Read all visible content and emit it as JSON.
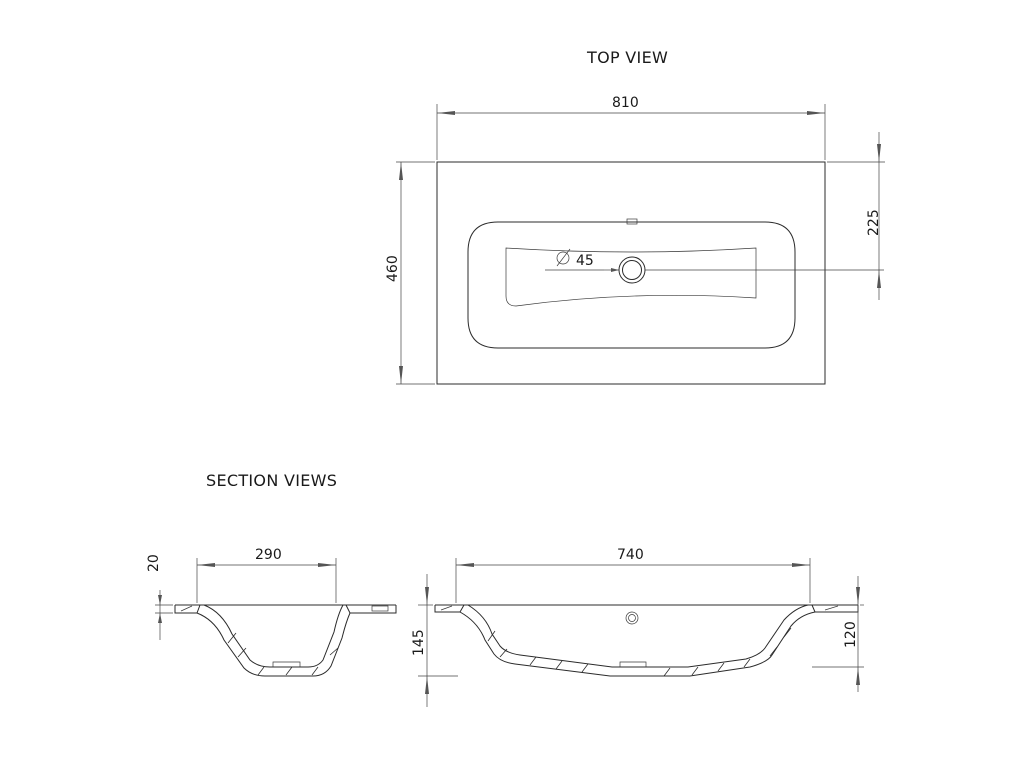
{
  "labels": {
    "top_view": "TOP VIEW",
    "section_views": "SECTION VIEWS"
  },
  "dimensions": {
    "top_width": "810",
    "top_depth": "460",
    "drain_offset": "225",
    "drain_diameter": "45",
    "side_width": "290",
    "side_rim": "20",
    "front_width": "740",
    "front_height": "145",
    "front_depth": "120"
  },
  "icons": {
    "diameter": "diameter-symbol-icon"
  },
  "colors": {
    "line": "#2b2b2b",
    "background": "#ffffff"
  }
}
